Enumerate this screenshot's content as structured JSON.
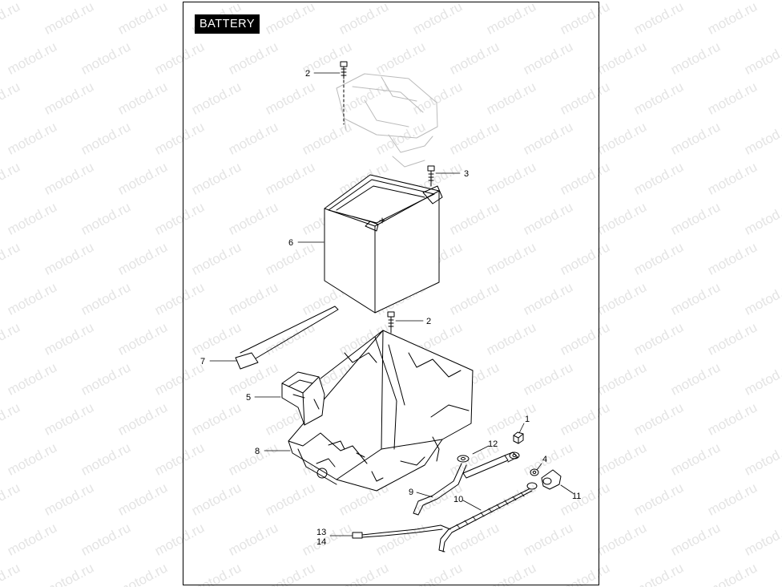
{
  "page": {
    "title": "BATTERY",
    "watermark_text": "motod.ru"
  },
  "callouts": [
    {
      "id": "c2a",
      "label": "2"
    },
    {
      "id": "c3",
      "label": "3"
    },
    {
      "id": "c6",
      "label": "6"
    },
    {
      "id": "c2b",
      "label": "2"
    },
    {
      "id": "c7",
      "label": "7"
    },
    {
      "id": "c5",
      "label": "5"
    },
    {
      "id": "c8",
      "label": "8"
    },
    {
      "id": "c1",
      "label": "1"
    },
    {
      "id": "c12",
      "label": "12"
    },
    {
      "id": "c4",
      "label": "4"
    },
    {
      "id": "c9",
      "label": "9"
    },
    {
      "id": "c11",
      "label": "11"
    },
    {
      "id": "c10",
      "label": "10"
    },
    {
      "id": "c13",
      "label": "13"
    },
    {
      "id": "c14",
      "label": "14"
    }
  ],
  "colors": {
    "line": "#000000",
    "watermark": "#e4e4e4",
    "ghost": "#bbbbbb",
    "title_bg": "#000000",
    "title_fg": "#ffffff"
  }
}
